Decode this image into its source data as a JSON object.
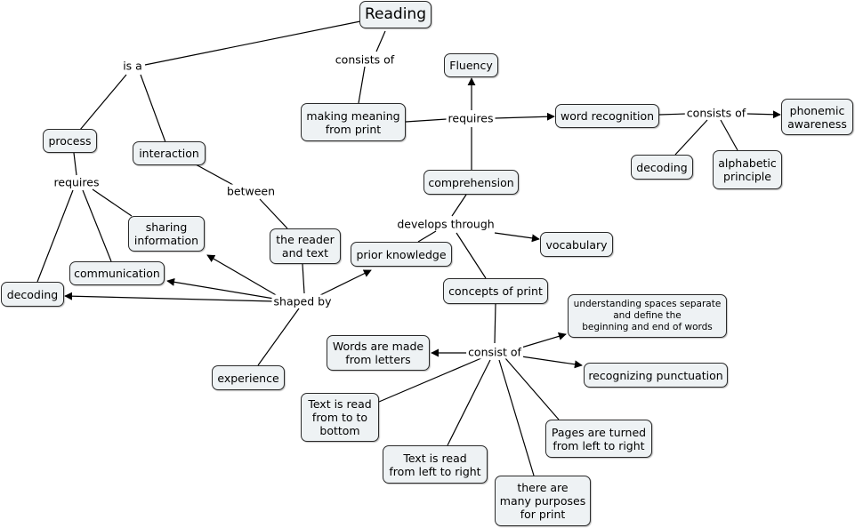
{
  "concepts": {
    "reading": "Reading",
    "fluency": "Fluency",
    "making_meaning": "making meaning\nfrom print",
    "word_recognition": "word recognition",
    "phonemic_awareness": "phonemic\nawareness",
    "decoding_right": "decoding",
    "alphabetic_principle": "alphabetic\nprinciple",
    "comprehension": "comprehension",
    "process": "process",
    "interaction": "interaction",
    "sharing_information": "sharing\ninformation",
    "the_reader_and_text": "the reader\nand text",
    "prior_knowledge": "prior knowledge",
    "vocabulary": "vocabulary",
    "communication": "communication",
    "decoding_left": "decoding",
    "concepts_of_print": "concepts of print",
    "understanding_spaces": "understanding spaces separate\nand define the\nbeginning and end of words",
    "words_from_letters": "Words are made\nfrom letters",
    "recognizing_punctuation": "recognizing punctuation",
    "experience": "experience",
    "text_top_bottom": "Text is read\nfrom to to\nbottom",
    "pages_turned": "Pages are turned\nfrom left to right",
    "text_left_right": "Text is read\nfrom left to right",
    "purposes_for_print": "there are\nmany purposes\nfor print"
  },
  "linking_phrases": {
    "is_a": "is a",
    "consists_of_top": "consists of",
    "requires_top": "requires",
    "consists_of_right": "consists of",
    "requires_left": "requires",
    "between": "between",
    "develops_through": "develops through",
    "shaped_by": "shaped by",
    "consist_of": "consist of"
  },
  "colors": {
    "node_fill": "#eef2f4",
    "node_border": "#2a2a2a",
    "line": "#000000",
    "background": "#ffffff"
  }
}
